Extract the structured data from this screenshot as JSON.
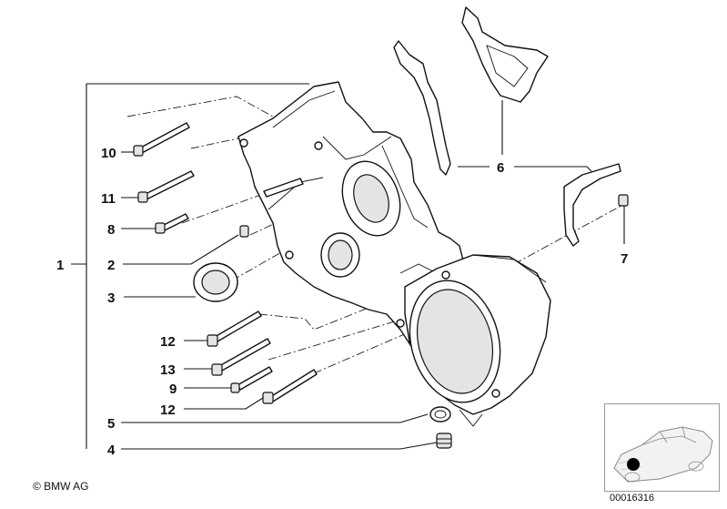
{
  "labels": {
    "l1": "1",
    "l2": "2",
    "l3": "3",
    "l4": "4",
    "l5": "5",
    "l6": "6",
    "l7": "7",
    "l8": "8",
    "l9": "9",
    "l10": "10",
    "l11": "11",
    "l12a": "12",
    "l12b": "12",
    "l13": "13"
  },
  "footer": {
    "copyright": "© BMW AG",
    "diagram_number": "00016316"
  }
}
